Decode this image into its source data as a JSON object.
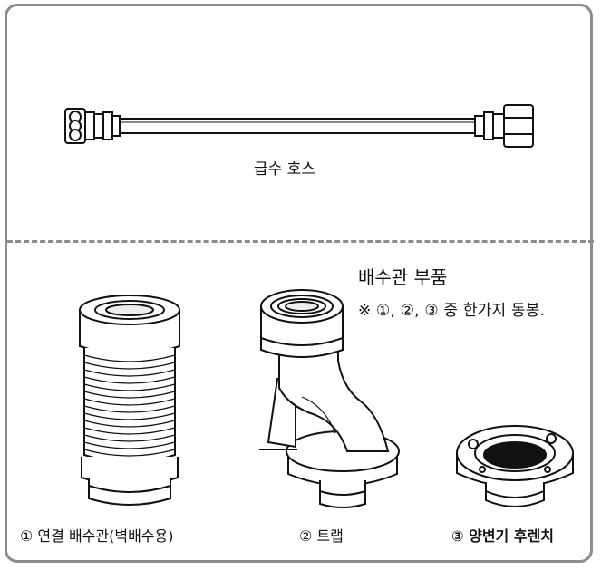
{
  "hose": {
    "label": "급수 호스"
  },
  "parts": {
    "title": "배수관 부품",
    "note": "※ ①, ②, ③ 중 한가지 동봉."
  },
  "items": [
    {
      "caption": "① 연결 배수관(벽배수용)"
    },
    {
      "caption": "② 트랩"
    },
    {
      "caption": "③ 양변기 후렌치"
    }
  ]
}
